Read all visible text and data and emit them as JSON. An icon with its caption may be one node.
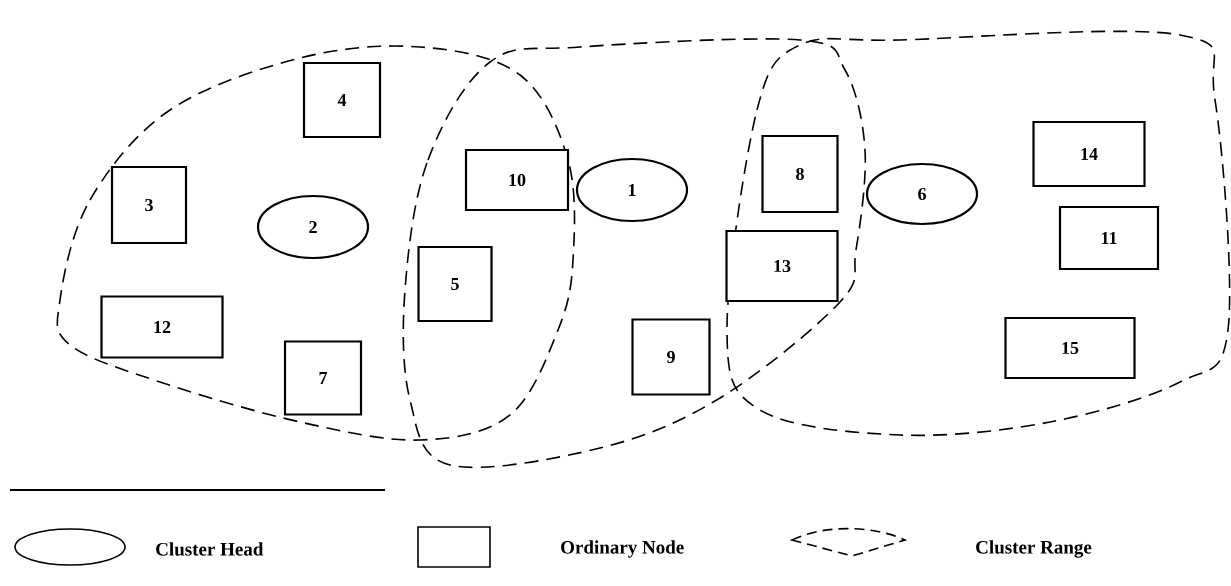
{
  "diagram": {
    "nodes": [
      {
        "text": [
          "4"
        ]
      },
      {
        "text": [
          "14"
        ]
      },
      {
        "text": [
          "8"
        ]
      },
      {
        "text": [
          "10"
        ]
      },
      {
        "text": [
          "1"
        ]
      },
      {
        "text": [
          "6"
        ]
      },
      {
        "text": [
          "3"
        ]
      },
      {
        "text": [
          "2"
        ]
      },
      {
        "text": [
          "11"
        ]
      },
      {
        "text": [
          "13"
        ]
      },
      {
        "text": [
          "5"
        ]
      },
      {
        "text": [
          "12"
        ]
      },
      {
        "text": [
          "15"
        ]
      },
      {
        "text": [
          "9"
        ]
      },
      {
        "text": [
          "7"
        ]
      }
    ],
    "legend": [
      {
        "text": "Cluster Head"
      },
      {
        "text": "Ordinary Node"
      },
      {
        "text": "Cluster Range"
      }
    ]
  }
}
